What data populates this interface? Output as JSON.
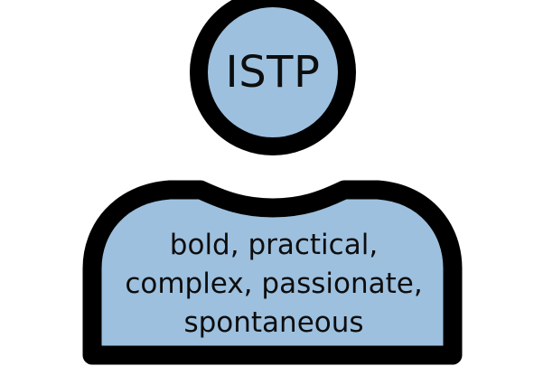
{
  "persona": {
    "type_code": "ISTP",
    "traits_lines": [
      "bold, practical,",
      "complex, passionate,",
      "spontaneous"
    ]
  },
  "colors": {
    "fill": "#9dc0df",
    "stroke": "#000000",
    "background": "#ffffff",
    "text": "#0d0d0d"
  },
  "icons": {
    "figure": "person-silhouette-icon"
  }
}
